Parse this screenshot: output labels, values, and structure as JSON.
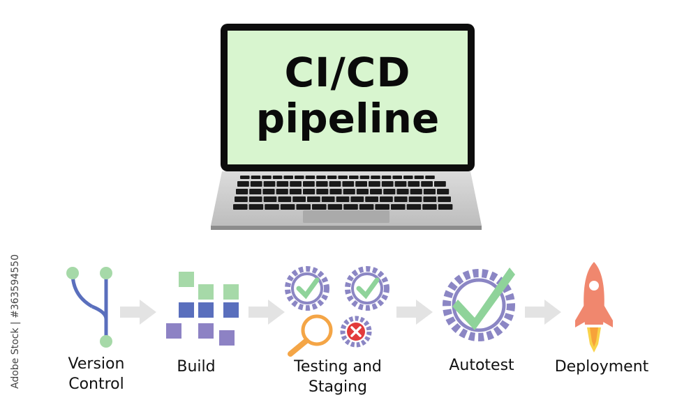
{
  "screen": {
    "title_line1": "CI/CD",
    "title_line2": "pipeline",
    "color": "#d8f5cf"
  },
  "steps": [
    {
      "label_line1": "Version",
      "label_line2": "Control",
      "icon": "branch-icon"
    },
    {
      "label_line1": "Build",
      "label_line2": "",
      "icon": "blocks-icon"
    },
    {
      "label_line1": "Testing and",
      "label_line2": "Staging",
      "icon": "gears-magnifier-icon"
    },
    {
      "label_line1": "Autotest",
      "label_line2": "",
      "icon": "gear-check-icon"
    },
    {
      "label_line1": "Deployment",
      "label_line2": "",
      "icon": "rocket-icon"
    }
  ],
  "watermark": {
    "stock_id": "Adobe Stock | #363594550"
  },
  "colors": {
    "gear": "#8b86c4",
    "check": "#8fd39a",
    "blue": "#5a6fbd",
    "green": "#a6d9a8",
    "purple": "#8d82c4",
    "rocket": "#f0876e",
    "arrow": "#e3e3e3",
    "orange": "#f4a546",
    "red": "#e23b3b"
  }
}
